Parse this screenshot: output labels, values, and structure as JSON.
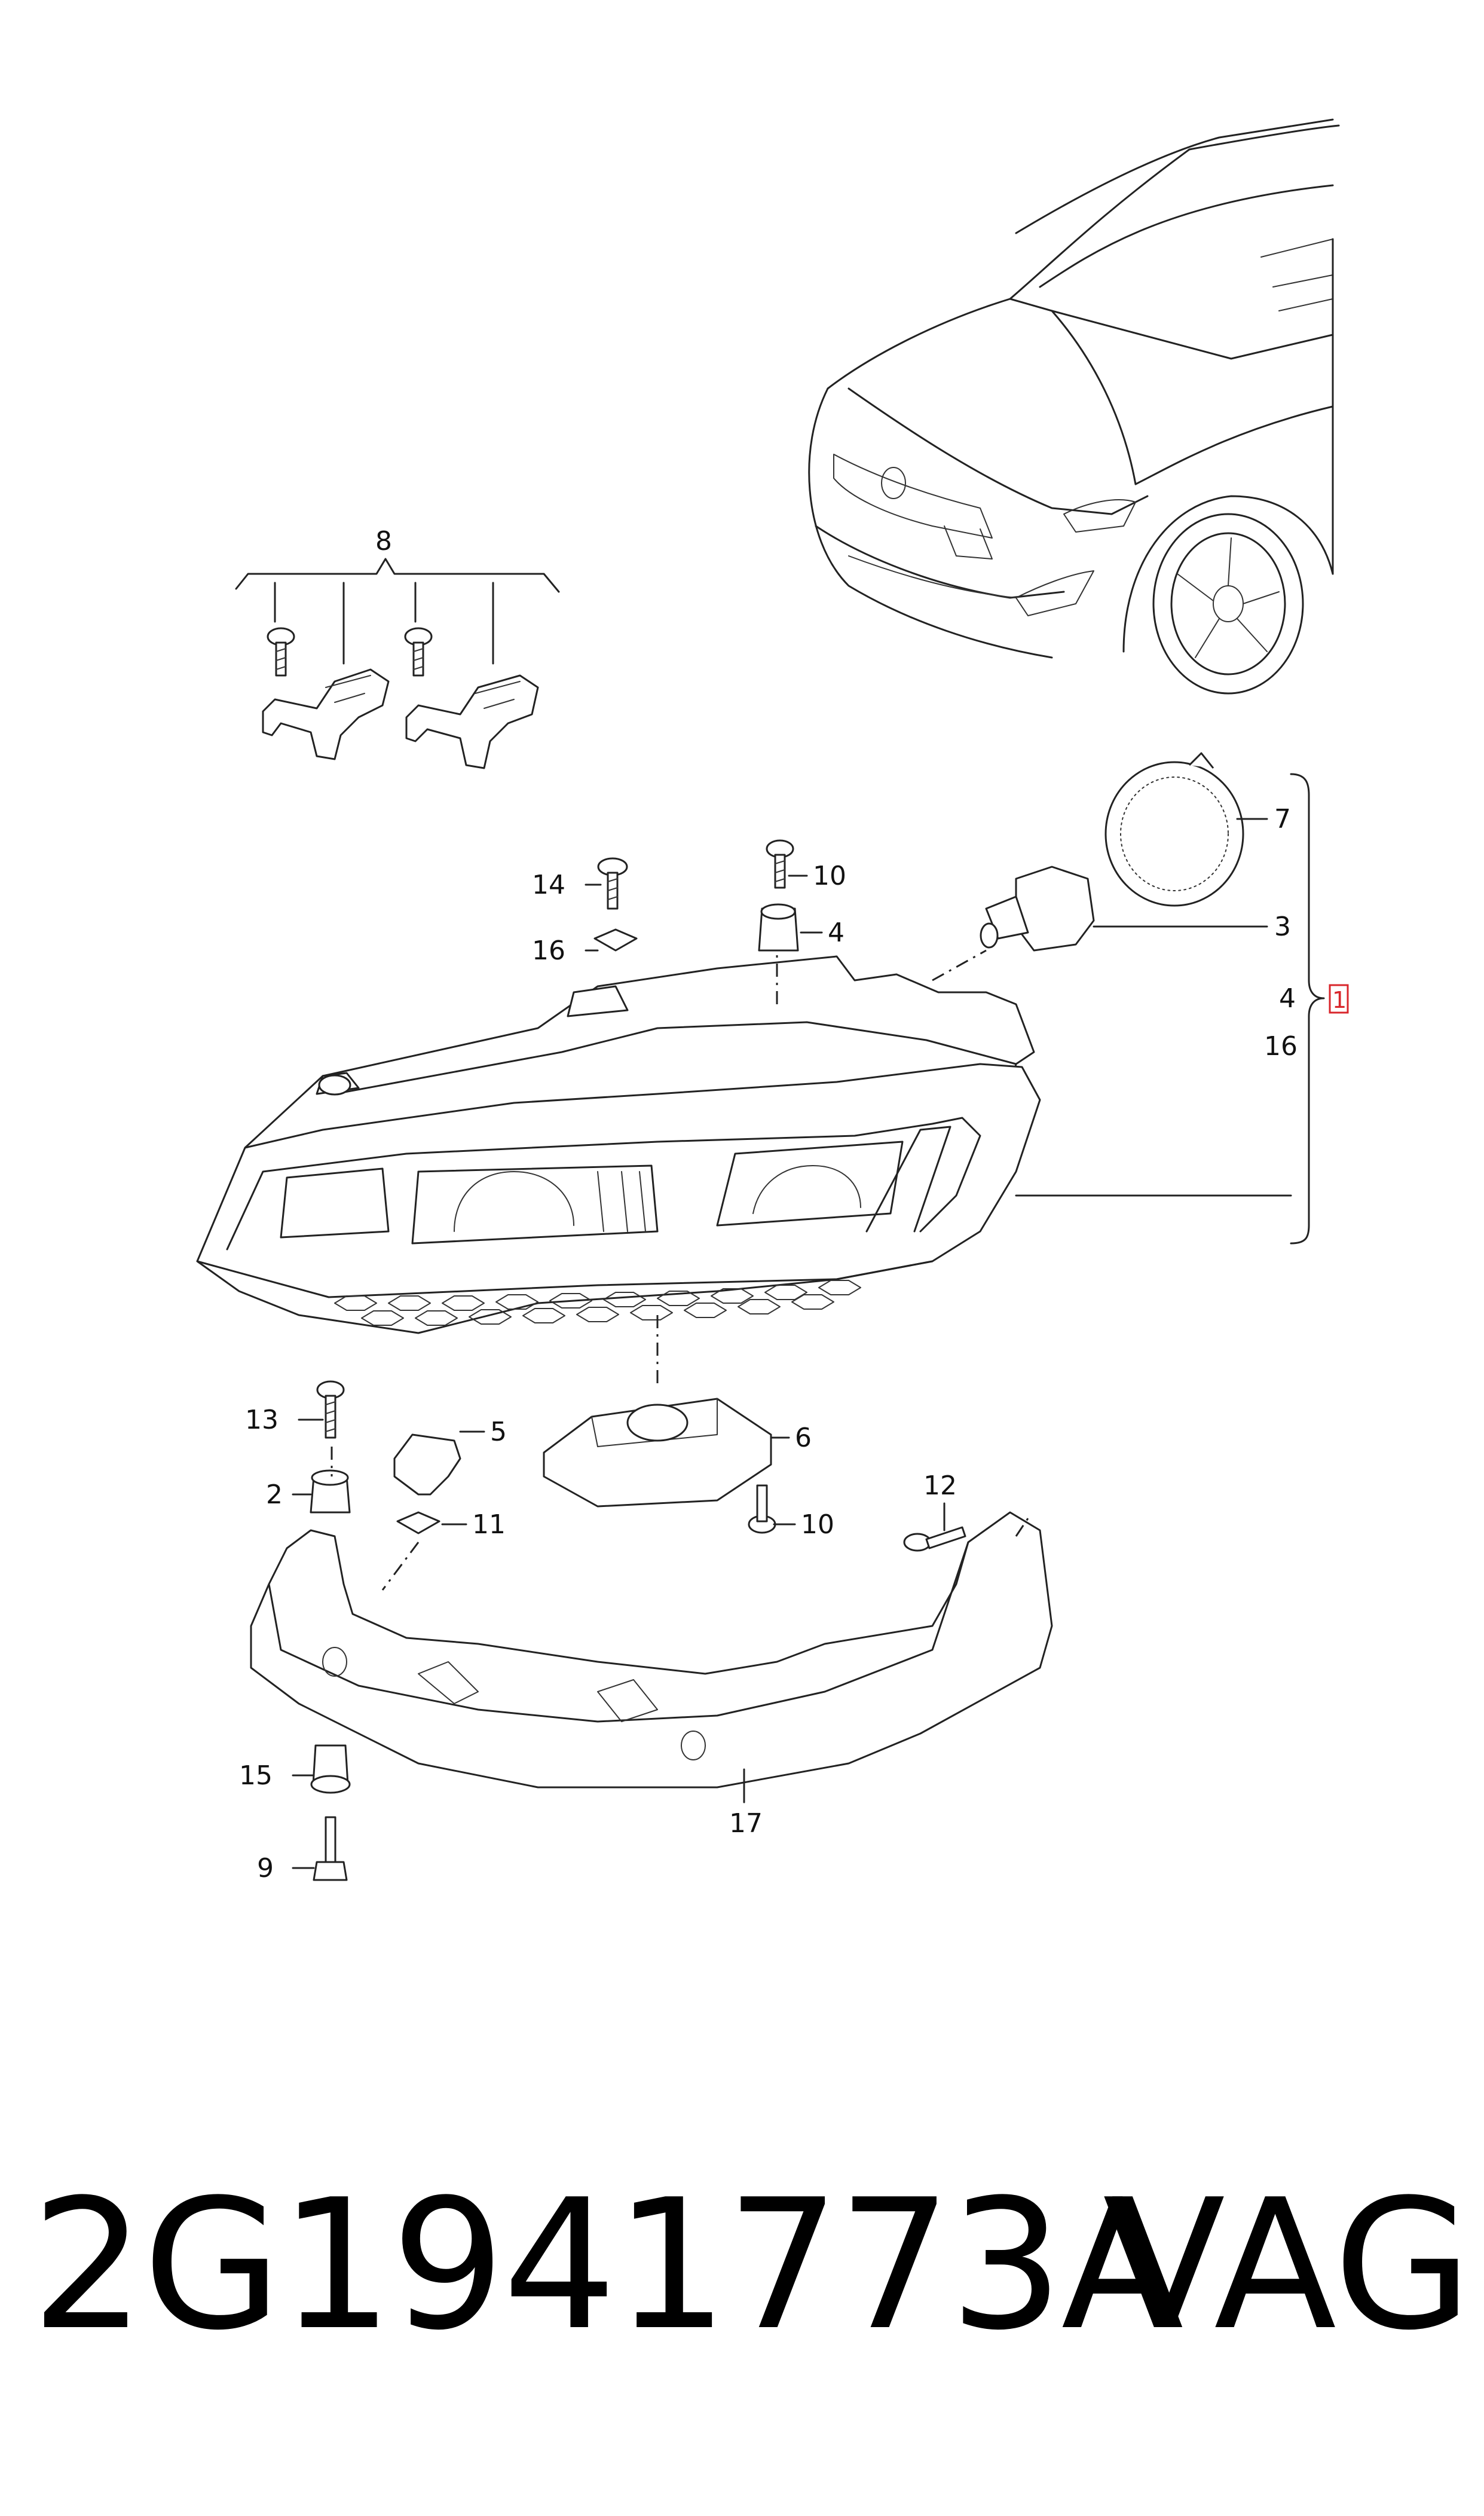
{
  "callouts": {
    "c1": "1",
    "c2": "2",
    "c3": "3",
    "c4a": "4",
    "c4b": "4",
    "c5": "5",
    "c6": "6",
    "c7": "7",
    "c8": "8",
    "c9": "9",
    "c10a": "10",
    "c10b": "10",
    "c11": "11",
    "c12": "12",
    "c13": "13",
    "c14": "14",
    "c15": "15",
    "c16a": "16",
    "c16b": "16",
    "c17": "17"
  },
  "footer": {
    "part_number": "2G1941773A",
    "brand": "VAG"
  },
  "colors": {
    "line": "#222222",
    "highlight_box": "#d9262b",
    "background": "#ffffff"
  }
}
